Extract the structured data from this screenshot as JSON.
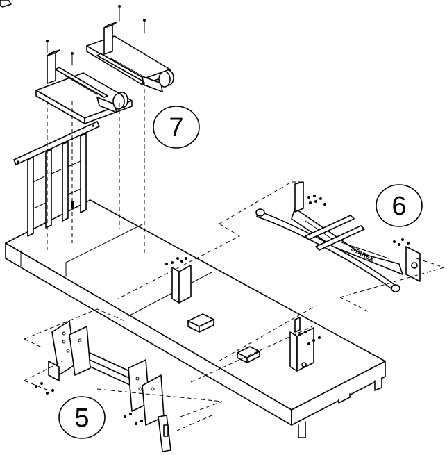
{
  "callouts": [
    {
      "id": "step-7",
      "label": "7"
    },
    {
      "id": "step-6",
      "label": "6"
    },
    {
      "id": "step-5",
      "label": "5"
    }
  ],
  "brand_mark": "STAREX"
}
